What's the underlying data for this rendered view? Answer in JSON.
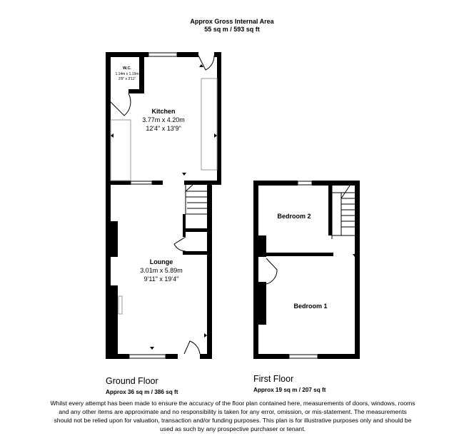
{
  "header": {
    "line1": "Approx Gross Internal Area",
    "line2": "55 sq m / 593 sq ft"
  },
  "rooms": {
    "wc": {
      "name": "W.C.",
      "metric": "1.14m x 1.19m",
      "imperial": "3'9\" x 3'11\""
    },
    "kitchen": {
      "name": "Kitchen",
      "metric": "3.77m x 4.20m",
      "imperial": "12'4\" x 13'9\""
    },
    "lounge": {
      "name": "Lounge",
      "metric": "3.01m x 5.89m",
      "imperial": "9'11\" x 19'4\""
    },
    "bedroom2": {
      "name": "Bedroom 2"
    },
    "bedroom1": {
      "name": "Bedroom 1"
    }
  },
  "floors": {
    "ground": {
      "title": "Ground Floor",
      "area": "Approx 36 sq m / 386 sq ft"
    },
    "first": {
      "title": "First Floor",
      "area": "Approx 19 sq m / 207 sq ft"
    }
  },
  "disclaimer": "Whilst every attempt has been made to ensure the accuracy of the floor plan contained here, measurements of doors, windows, rooms and any other items are approximate and no responsibility is taken for any error, omission, or mis-statement. The measurements should not be relied upon for valuation, transaction and/or funding purposes. This plan is for illustrative purposes only and should be used as such by any prospective purchaser or tenant.",
  "colors": {
    "wall": "#000000",
    "background": "#ffffff",
    "fixture": "#999999"
  }
}
